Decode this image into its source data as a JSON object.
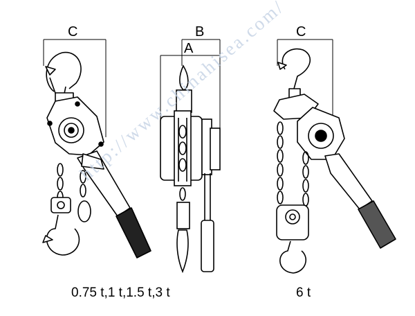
{
  "dimensions": {
    "left_width": "C",
    "middle_outer": "B",
    "middle_inner": "A",
    "right_width": "C"
  },
  "captions": {
    "left": "0.75 t,1 t,1.5 t,3 t",
    "right": "6 t"
  },
  "watermark": "http://www.chinahisea.com/"
}
